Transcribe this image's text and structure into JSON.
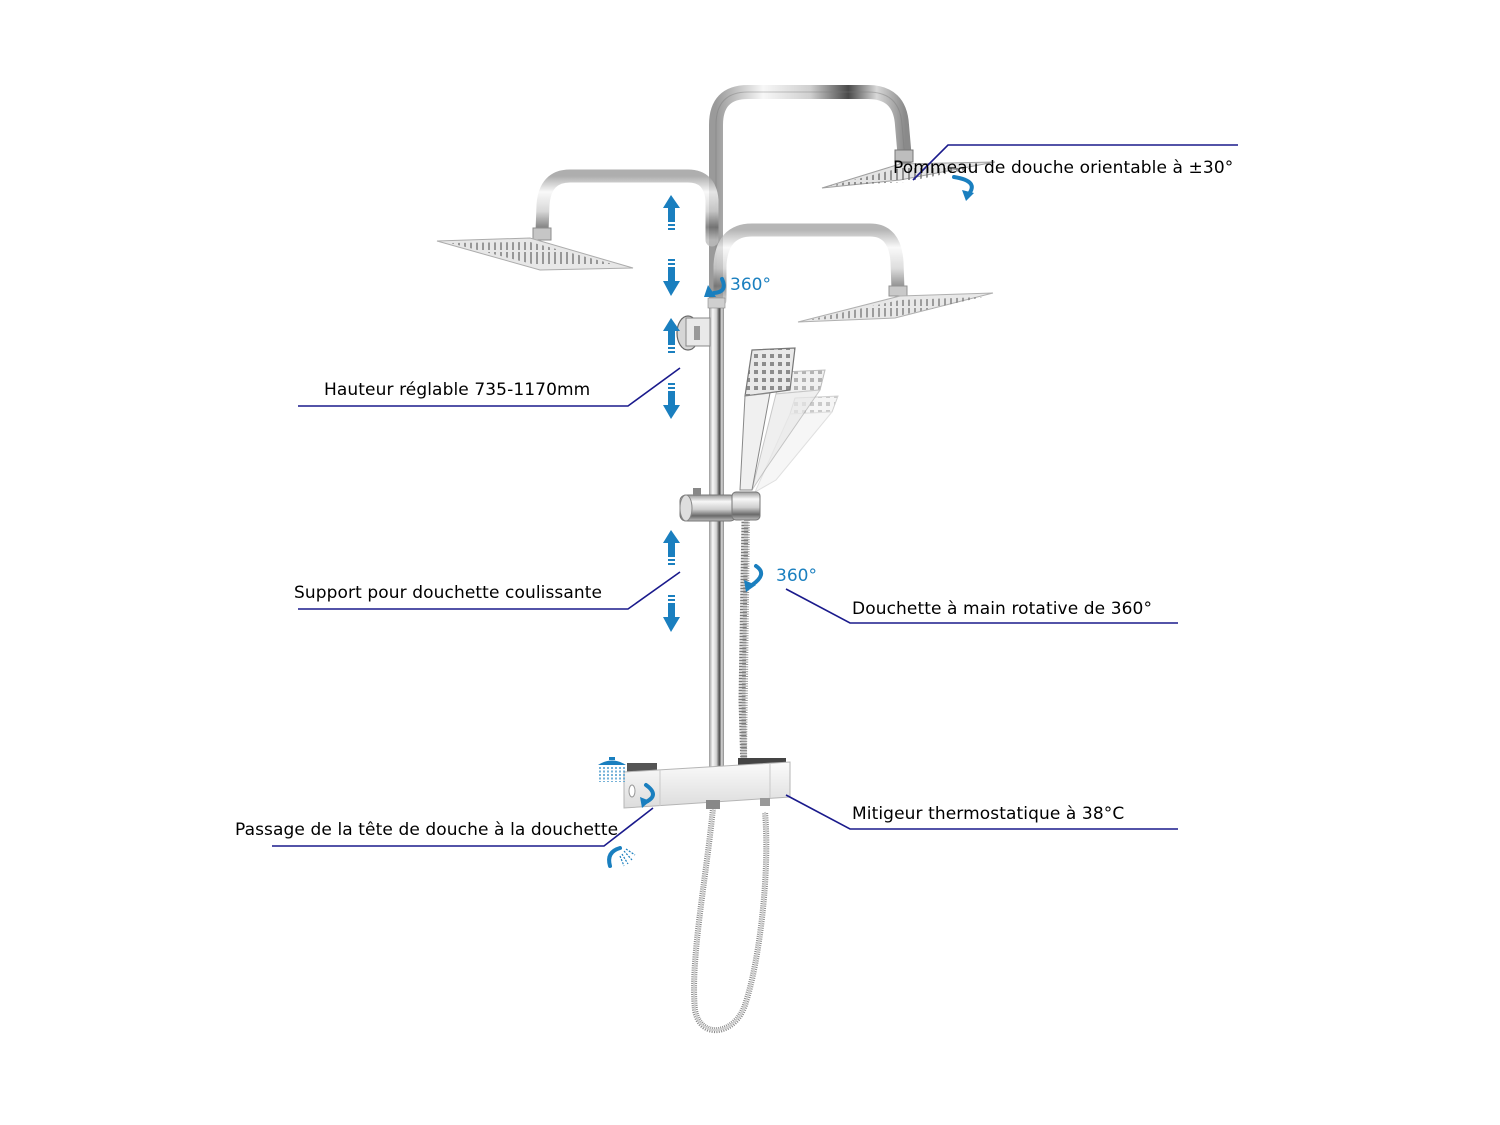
{
  "diagram": {
    "subject": "Colonne de douche thermostatique",
    "colors": {
      "leader_line": "#1a1a8c",
      "arrow": "#1a7fbf",
      "text": "#000000",
      "chrome_light": "#f2f2f2",
      "chrome_mid": "#b8b8b8",
      "chrome_dark": "#555555",
      "background": "#ffffff"
    },
    "callouts": [
      {
        "id": "head-tilt",
        "text": "Pommeau de douche orientable à ±30°"
      },
      {
        "id": "height",
        "text": "Hauteur réglable 735-1170mm"
      },
      {
        "id": "slider",
        "text": "Support pour douchette coulissante"
      },
      {
        "id": "hand-rotate",
        "text": "Douchette à main rotative de 360°"
      },
      {
        "id": "diverter",
        "text": "Passage de la tête de douche à la douchette"
      },
      {
        "id": "thermostat",
        "text": "Mitigeur thermostatique à 38°C"
      }
    ],
    "badges": [
      {
        "id": "arm-rotation",
        "text": "360°"
      },
      {
        "id": "hose-rotation",
        "text": "360°"
      }
    ],
    "icons": [
      "rotate-arrow-icon",
      "up-arrow-icon",
      "down-arrow-icon",
      "rain-shower-icon",
      "hand-shower-icon"
    ]
  }
}
